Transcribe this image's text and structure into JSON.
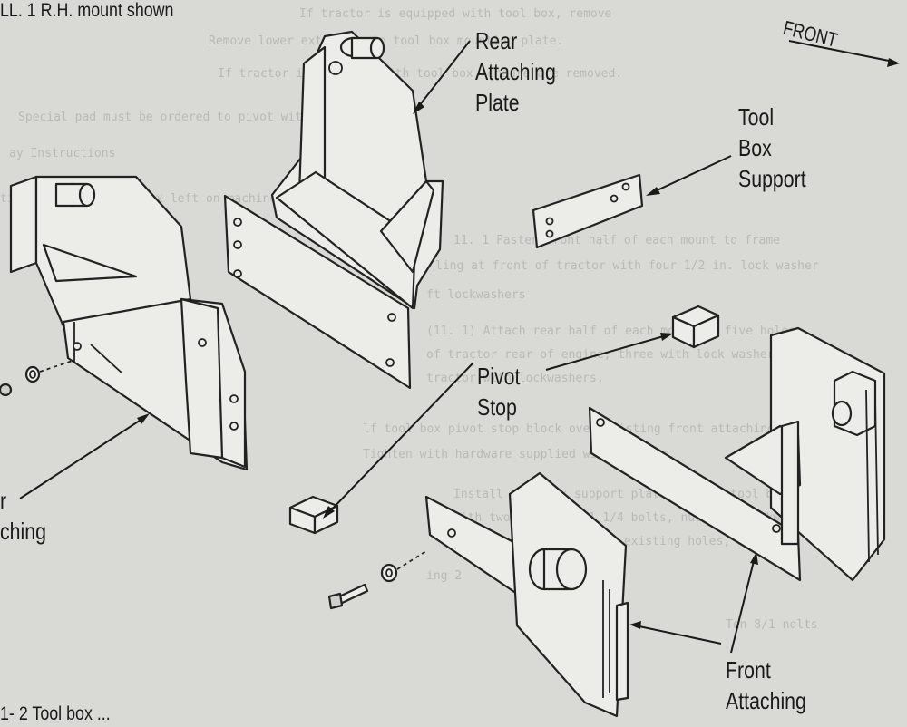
{
  "figure": {
    "top_caption": "LL. 1 R.H. mount shown",
    "bottom_caption": "1- 2 Tool box ... ",
    "direction_label": "FRONT",
    "labels": {
      "rear_plate": [
        "Rear",
        "Attaching",
        "Plate"
      ],
      "toolbox_support": [
        "Tool",
        "Box",
        "Support"
      ],
      "pivot_stop": [
        "Pivot",
        "Stop"
      ],
      "front_plate": [
        "Front",
        "Attaching"
      ],
      "left_cut": [
        "r",
        "ching"
      ]
    },
    "background_text": [
      "If tractor is equipped with tool box, remove",
      "Remove lower extension to tool box mounting plate.",
      "If tractor is equipped with tool box, ensure are removed.",
      "Special pad must be ordered to pivot with the interface",
      "ay Instructions",
      "ting tips with tool box left on machine",
      "11. 1 Fasten front half of each mount to frame",
      "ling at front of tractor with four 1/2 in. lock washer",
      "ft lockwashers",
      "(11. 1) Attach rear half of each mount to five holes",
      "of tractor rear of engine, three with lock washers",
      "tractor with lockwashers.",
      "lf tool box pivot stop block over existing front attaching",
      "Tighten with hardware supplied with tractor.",
      "Install tool box support plate to with tool box attaching",
      "with two (2) 3/8 x 1 1/4 bolts, nuts and lockwashers.",
      "must be modified to fit existing holes, nuts bar",
      "ing  2",
      "Ten 8/1 nolts"
    ]
  }
}
